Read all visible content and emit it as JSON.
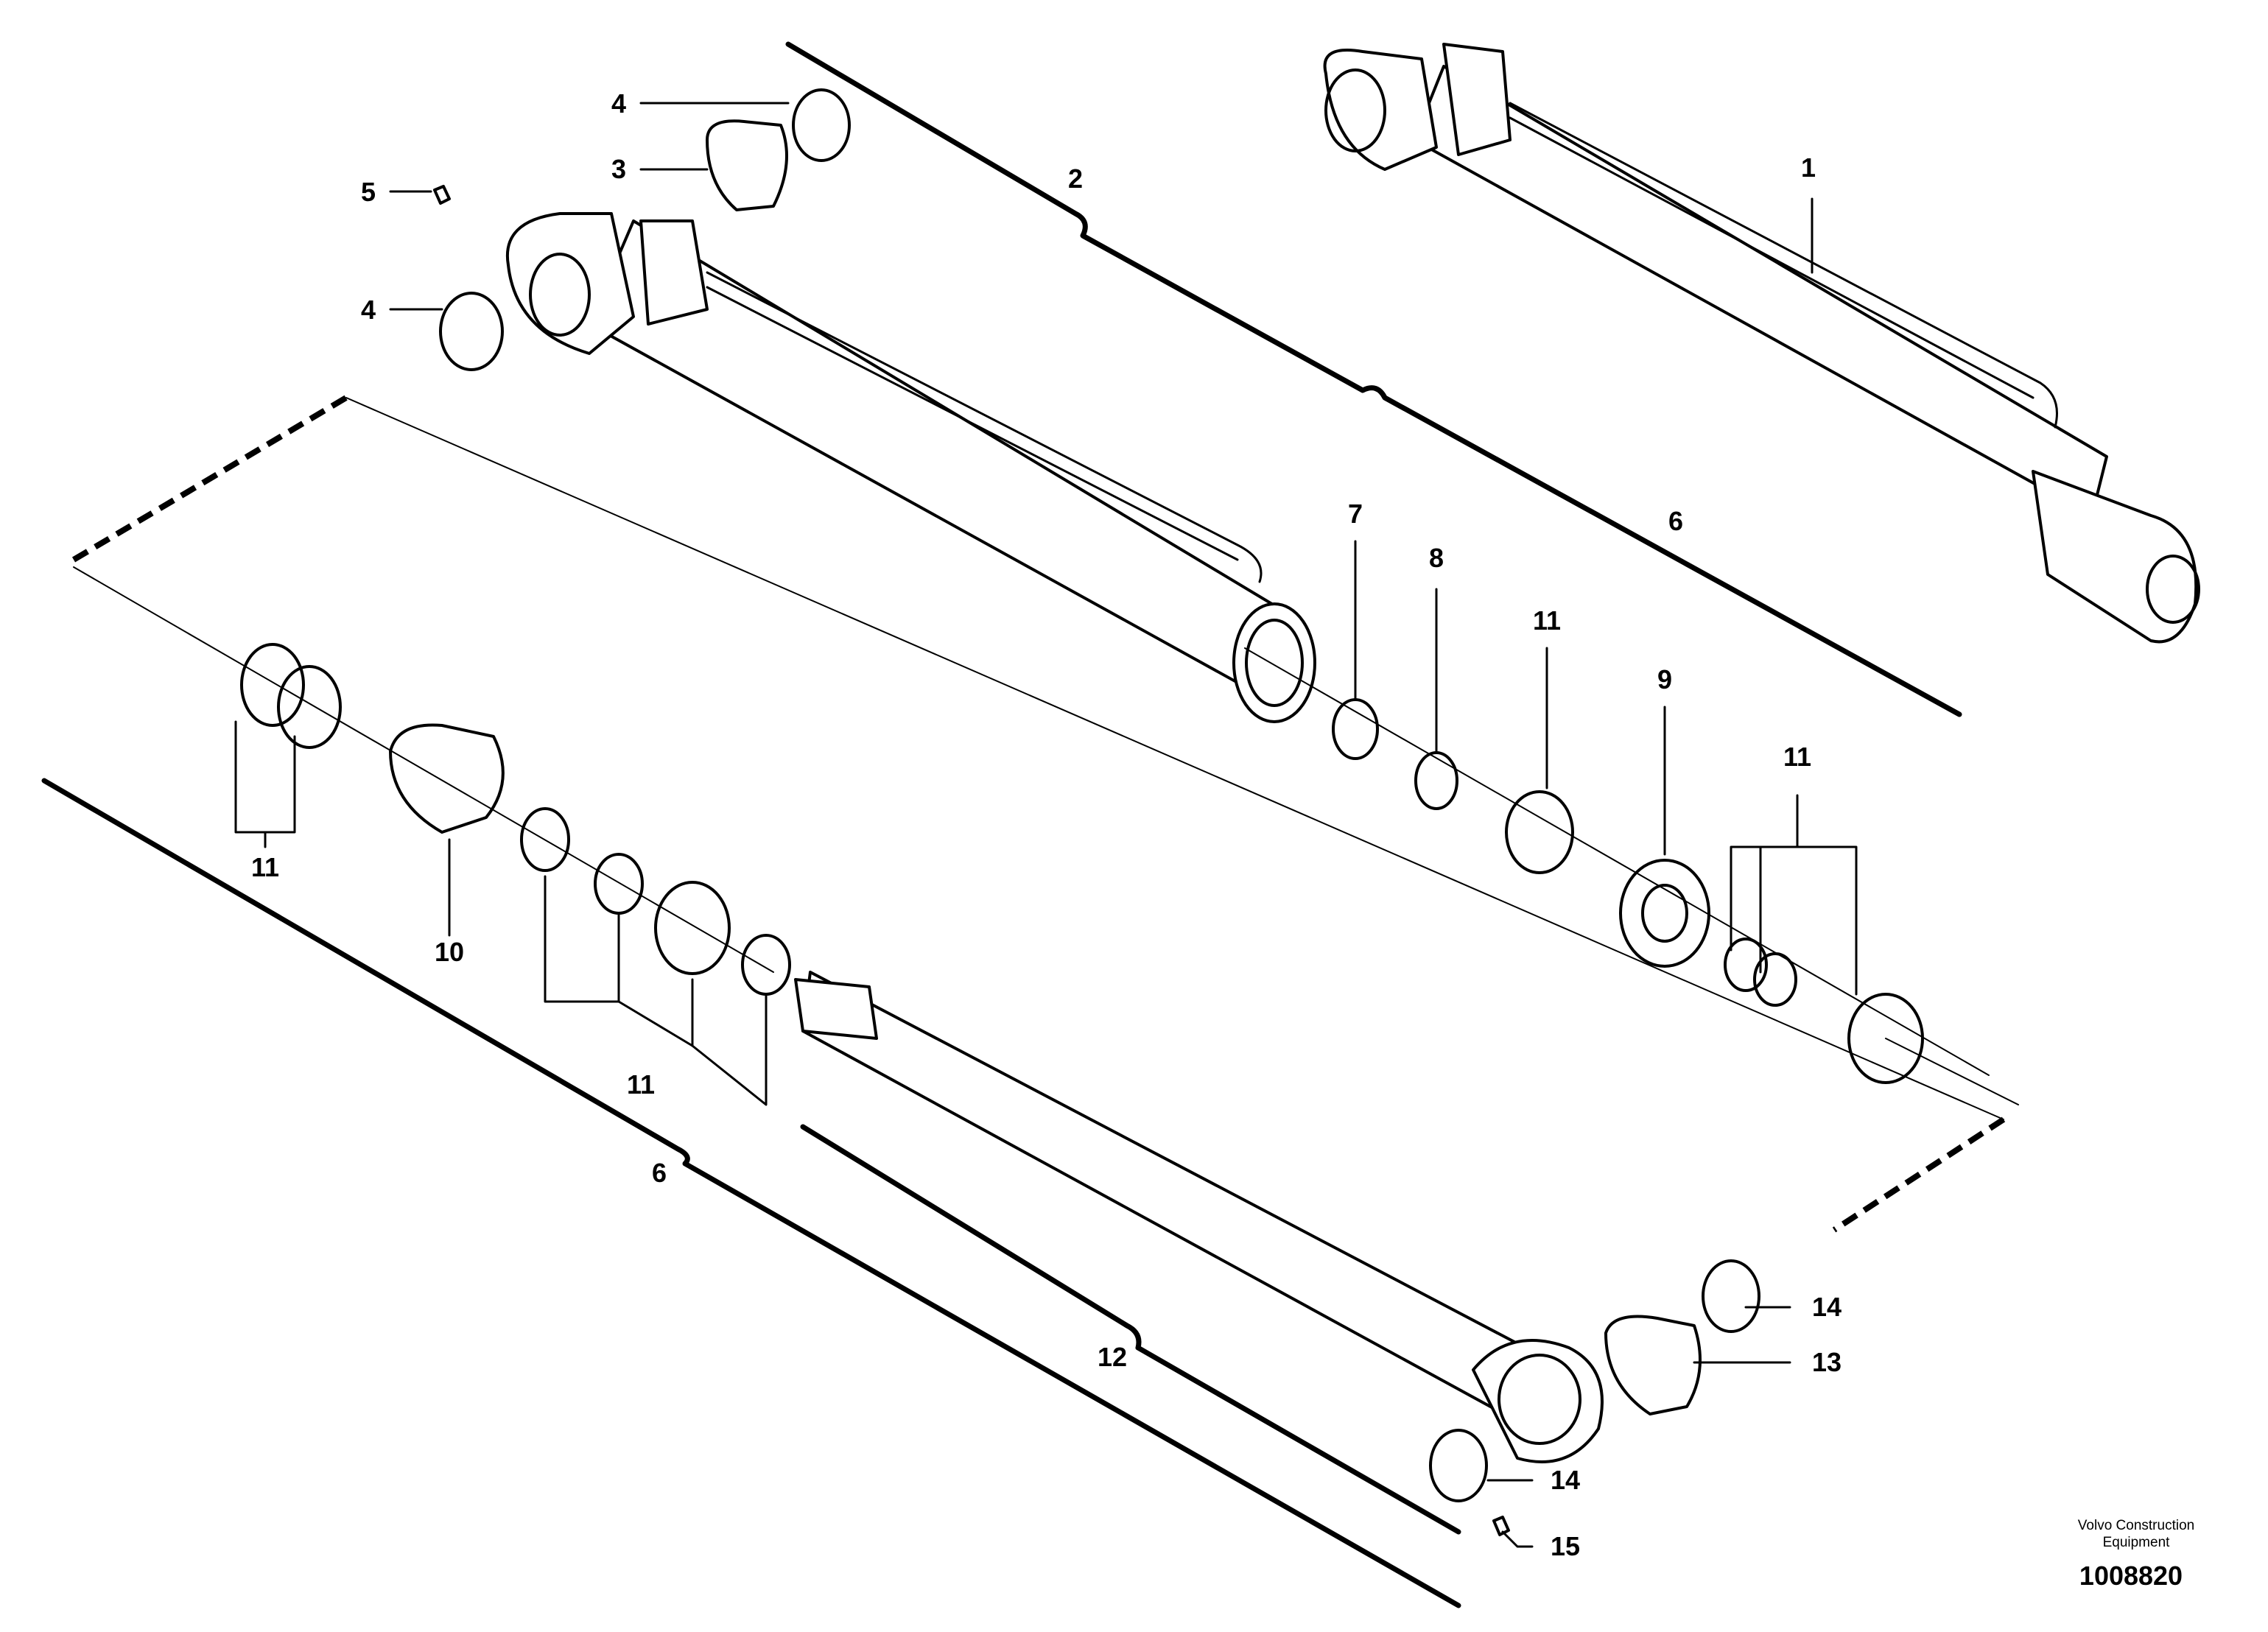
{
  "callouts": {
    "c1": "1",
    "c2": "2",
    "c3": "3",
    "c4a": "4",
    "c4b": "4",
    "c5": "5",
    "c6a": "6",
    "c6b": "6",
    "c7": "7",
    "c8": "8",
    "c9": "9",
    "c10": "10",
    "c11a": "11",
    "c11b": "11",
    "c11c": "11",
    "c11d": "11",
    "c12": "12",
    "c13": "13",
    "c14a": "14",
    "c14b": "14",
    "c15": "15"
  },
  "footer": {
    "company_line1": "Volvo Construction",
    "company_line2": "Equipment",
    "drawing_number": "1008820"
  }
}
